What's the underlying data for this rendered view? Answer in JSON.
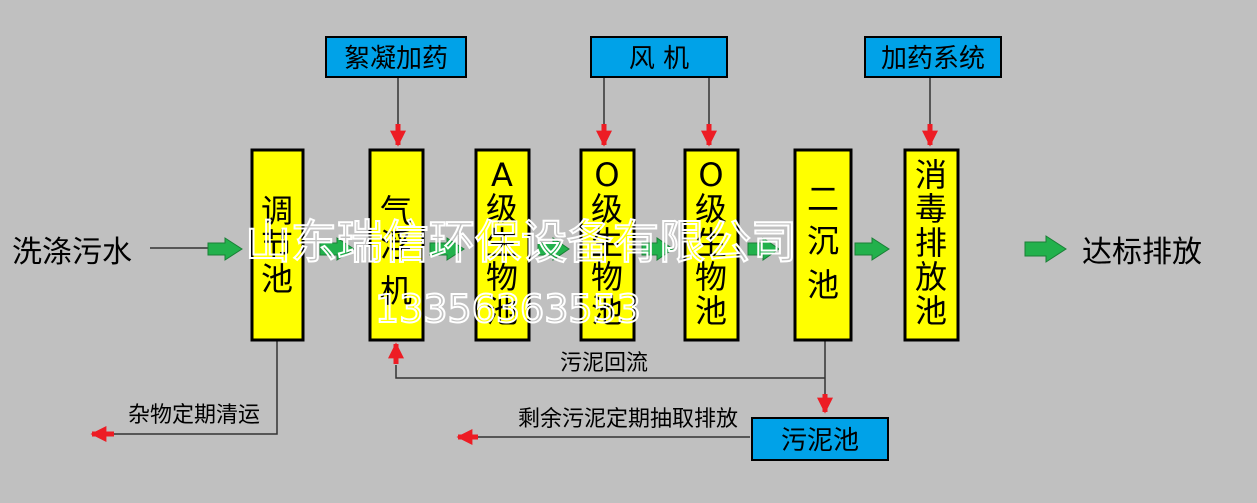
{
  "colors": {
    "background": "#c0c0c0",
    "process_box": "#ffff00",
    "input_box": "#00a2e8",
    "flow_arrow": "#22b14c",
    "feed_arrow": "#ed1c24"
  },
  "inputs": {
    "coagulant": "絮凝加药",
    "blower": "风 机",
    "dosing": "加药系统"
  },
  "tanks": {
    "regulating": [
      "调",
      "节",
      "池"
    ],
    "air_flotation": [
      "气",
      "浮",
      "机"
    ],
    "a_bio": [
      "A",
      "级",
      "生",
      "物",
      "池"
    ],
    "o_bio_1": [
      "O",
      "级",
      "生",
      "物",
      "池"
    ],
    "o_bio_2": [
      "O",
      "级",
      "生",
      "物",
      "池"
    ],
    "secondary_clarifier": [
      "二",
      "沉",
      "池"
    ],
    "disinfection": [
      "消",
      "毒",
      "排",
      "放",
      "池"
    ]
  },
  "sludge_tank": "污泥池",
  "labels": {
    "influent": "洗涤污水",
    "effluent": "达标排放",
    "debris": "杂物定期清运",
    "sludge_return": "污泥回流",
    "excess_sludge": "剩余污泥定期抽取排放"
  },
  "watermark": {
    "company": "山东瑞信环保设备有限公司",
    "phone": "13356363553"
  }
}
